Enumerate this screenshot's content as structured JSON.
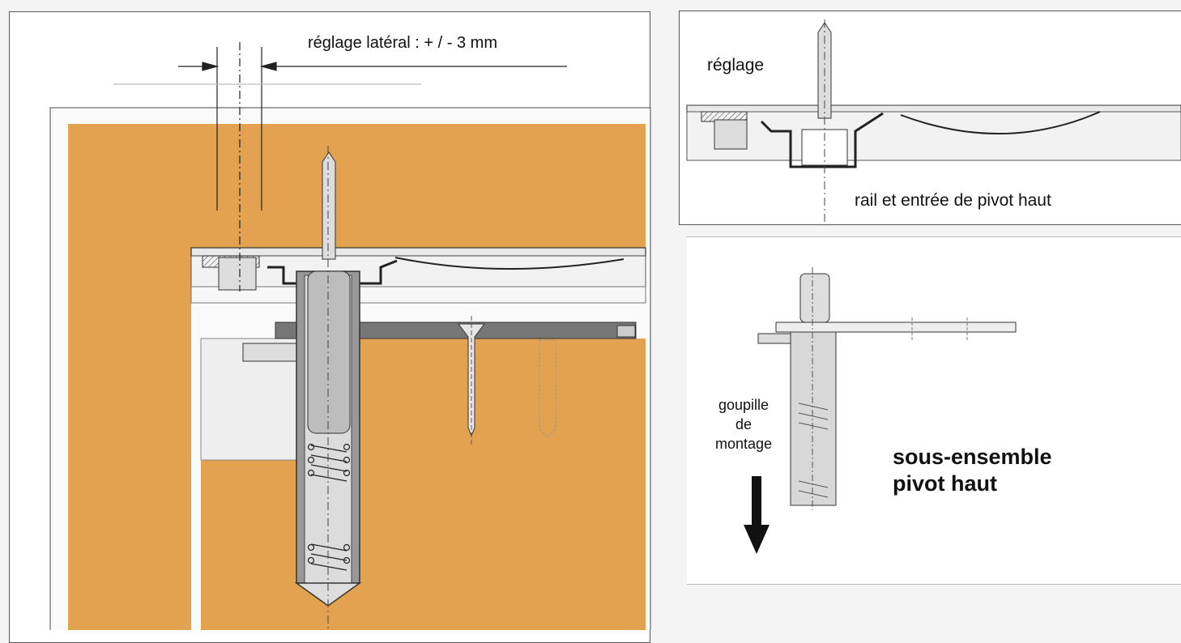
{
  "labels": {
    "lateral_adjust": "réglage latéral : + / -  3 mm",
    "adjust": "réglage",
    "rail_entry": "rail et entrée de pivot haut",
    "mounting_pin_line1": "goupille",
    "mounting_pin_line2": "de",
    "mounting_pin_line3": "montage",
    "subassembly_line1": "sous-ensemble",
    "subassembly_line2": "pivot haut"
  },
  "colors": {
    "wood": "#e3a24f",
    "steel": "#d6d6d6",
    "dark_steel": "#555555",
    "line": "#222222"
  }
}
